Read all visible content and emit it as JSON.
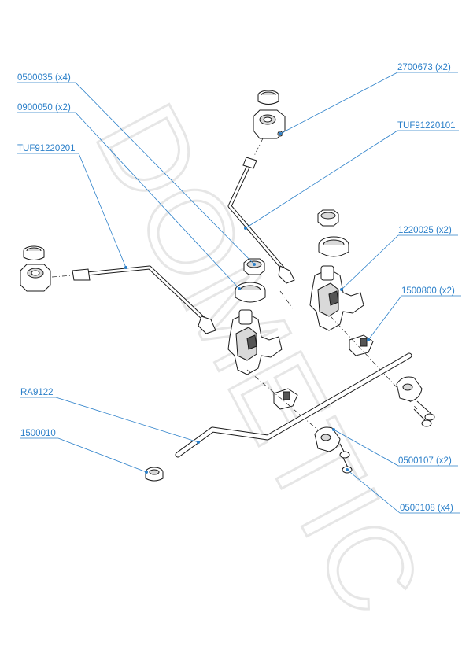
{
  "watermark": "DOMETIC",
  "labels": {
    "l1": "0500035 (x4)",
    "l2": "0900050 (x2)",
    "l3": "TUF91220201",
    "l4": "2700673 (x2)",
    "l5": "TUF91220101",
    "l6": "1220025 (x2)",
    "l7": "1500800 (x2)",
    "l8": "RA9122",
    "l9": "1500010",
    "l10": "0500107 (x2)",
    "l11": "0500108 (x4)"
  },
  "colors": {
    "label": "#2a7fc9",
    "line": "#1a1a1a"
  }
}
